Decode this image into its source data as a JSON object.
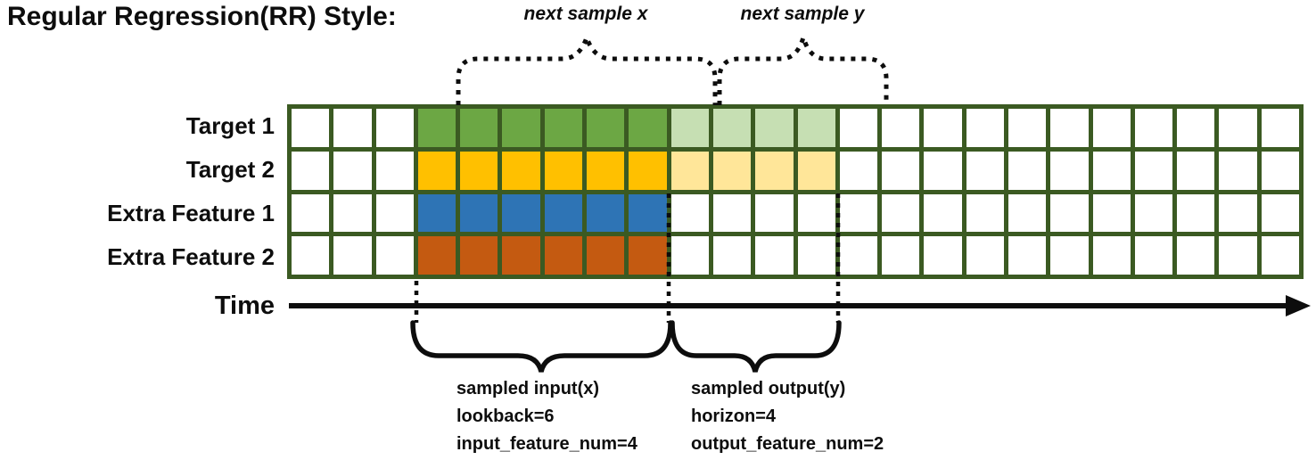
{
  "title": "Regular Regression(RR) Style:",
  "diagram": {
    "grid": {
      "columns": 24,
      "pre_cols": 3,
      "lookback": 6,
      "horizon": 4,
      "border_color": "#3B5A22",
      "rows": [
        {
          "label": "Target 1",
          "type": "target",
          "input_color": "#6CA744",
          "output_color": "#C6DFB3"
        },
        {
          "label": "Target 2",
          "type": "target",
          "input_color": "#FFC000",
          "output_color": "#FFE699"
        },
        {
          "label": "Extra Feature 1",
          "type": "extra",
          "input_color": "#2E74B5",
          "output_color": null
        },
        {
          "label": "Extra Feature 2",
          "type": "extra",
          "input_color": "#C45A11",
          "output_color": null
        }
      ]
    },
    "labels": {
      "next_sample_x": "next sample x",
      "next_sample_y": "next sample y",
      "time": "Time"
    },
    "input_annotation": {
      "title": "sampled input(x)",
      "line2": "lookback=6",
      "line3": "input_feature_num=4"
    },
    "output_annotation": {
      "title": "sampled output(y)",
      "line2": "horizon=4",
      "line3": "output_feature_num=2"
    },
    "line_color": "#0d0d0d"
  }
}
